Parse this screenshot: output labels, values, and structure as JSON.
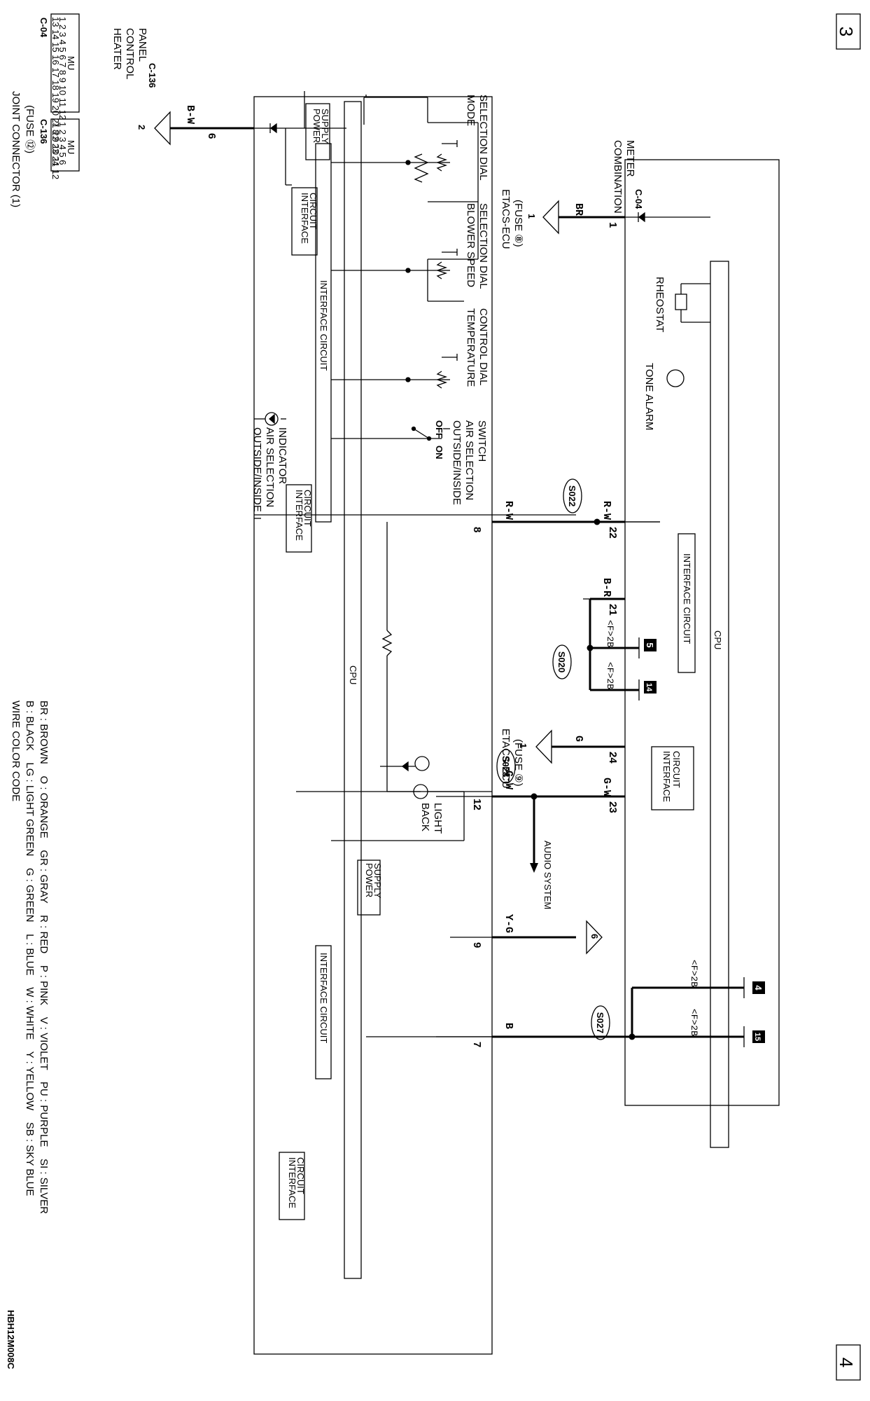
{
  "page_numbers": {
    "left": "3",
    "right": "4"
  },
  "figure_id": "HBH12M008C",
  "connectors": {
    "c04_label": "C-04",
    "c04_tag": "MU",
    "c04_top": [
      "1",
      "2",
      "3",
      "4",
      "5",
      "6",
      "7",
      "8",
      "9",
      "10",
      "11",
      "12"
    ],
    "c04_bottom": [
      "13",
      "14",
      "15",
      "16",
      "17",
      "18",
      "19",
      "20",
      "21",
      "22",
      "23",
      "24"
    ],
    "c136_label": "C-136",
    "c136_tag": "MU",
    "c136_top": [
      "1",
      "2",
      "3",
      "4",
      "5",
      "6"
    ],
    "c136_bottom": [
      "7",
      "8",
      "9",
      "10",
      "11",
      "12"
    ]
  },
  "heater_panel": {
    "title_l1": "HEATER",
    "title_l2": "CONTROL",
    "title_l3": "PANEL",
    "connector": "C-136",
    "cpu": "CPU",
    "power_supply_l1": "POWER",
    "power_supply_l2": "SUPPLY",
    "interface_l1": "INTERFACE",
    "interface_l2": "CIRCUIT",
    "interface_long": "INTERFACE CIRCUIT",
    "mode_dial_l1": "MODE",
    "mode_dial_l2": "SELECTION DIAL",
    "blower_dial_l1": "BLOWER SPEED",
    "blower_dial_l2": "SELECTION DIAL",
    "temp_dial_l1": "TEMPERATURE",
    "temp_dial_l2": "CONTROL DIAL",
    "switch_l1": "OUTSIDE/INSIDE",
    "switch_l2": "AIR SELECTION",
    "switch_l3": "SWITCH",
    "switch_off": "OFF",
    "switch_on": "ON",
    "indicator_l1": "OUTSIDE/INSIDE",
    "indicator_l2": "AIR SELECTION",
    "indicator_l3": "INDICATOR",
    "backlight_l1": "BACK",
    "backlight_l2": "LIGHT"
  },
  "combination_meter": {
    "title_l1": "COMBINATION",
    "title_l2": "METER",
    "connector": "C-04",
    "cpu": "CPU",
    "rheostat": "RHEOSTAT",
    "tone_alarm": "TONE ALARM",
    "interface_long": "INTERFACE CIRCUIT",
    "interface_l1": "INTERFACE",
    "interface_l2": "CIRCUIT"
  },
  "sources": {
    "joint_l1": "JOINT CONNECTOR (1)",
    "joint_l2": "(FUSE ⑫)",
    "joint_pin": "2",
    "etacs8_l1": "ETACS-ECU",
    "etacs8_l2": "(FUSE ⑧)",
    "etacs8_pin": "1",
    "etacs9_l1": "ETACS-ECU",
    "etacs9_l2": "(FUSE ⑨)",
    "etacs9_pin": "1",
    "y_pin": "6"
  },
  "wires": {
    "bw": "B-W",
    "br": "BR",
    "rw": "R-W",
    "br2": "B-R",
    "gw": "G-W",
    "g": "G",
    "yg": "Y-G",
    "b": "B",
    "f2b": "<F>2B"
  },
  "pins": {
    "p6": "6",
    "p8": "8",
    "p12": "12",
    "p9": "9",
    "p7": "7",
    "m1": "1",
    "m22": "22",
    "m21": "21",
    "m24": "24",
    "m23": "23"
  },
  "splices": {
    "s022": "S022",
    "s020": "S020",
    "s028": "S028",
    "s027": "S027"
  },
  "grounds": {
    "g5": "5",
    "g14": "14",
    "g4": "4",
    "g15": "15"
  },
  "audio": "AUDIO SYSTEM",
  "legend": {
    "title": "WIRE COLOR CODE",
    "row1": "B : BLACK    LG : LIGHT GREEN    G : GREEN    L : BLUE    W : WHITE    Y : YELLOW    SB : SKY BLUE",
    "row2": "BR : BROWN    O : ORANGE    GR : GRAY    R : RED    P : PINK    V : VIOLET    PU : PURPLE    SI : SILVER"
  }
}
